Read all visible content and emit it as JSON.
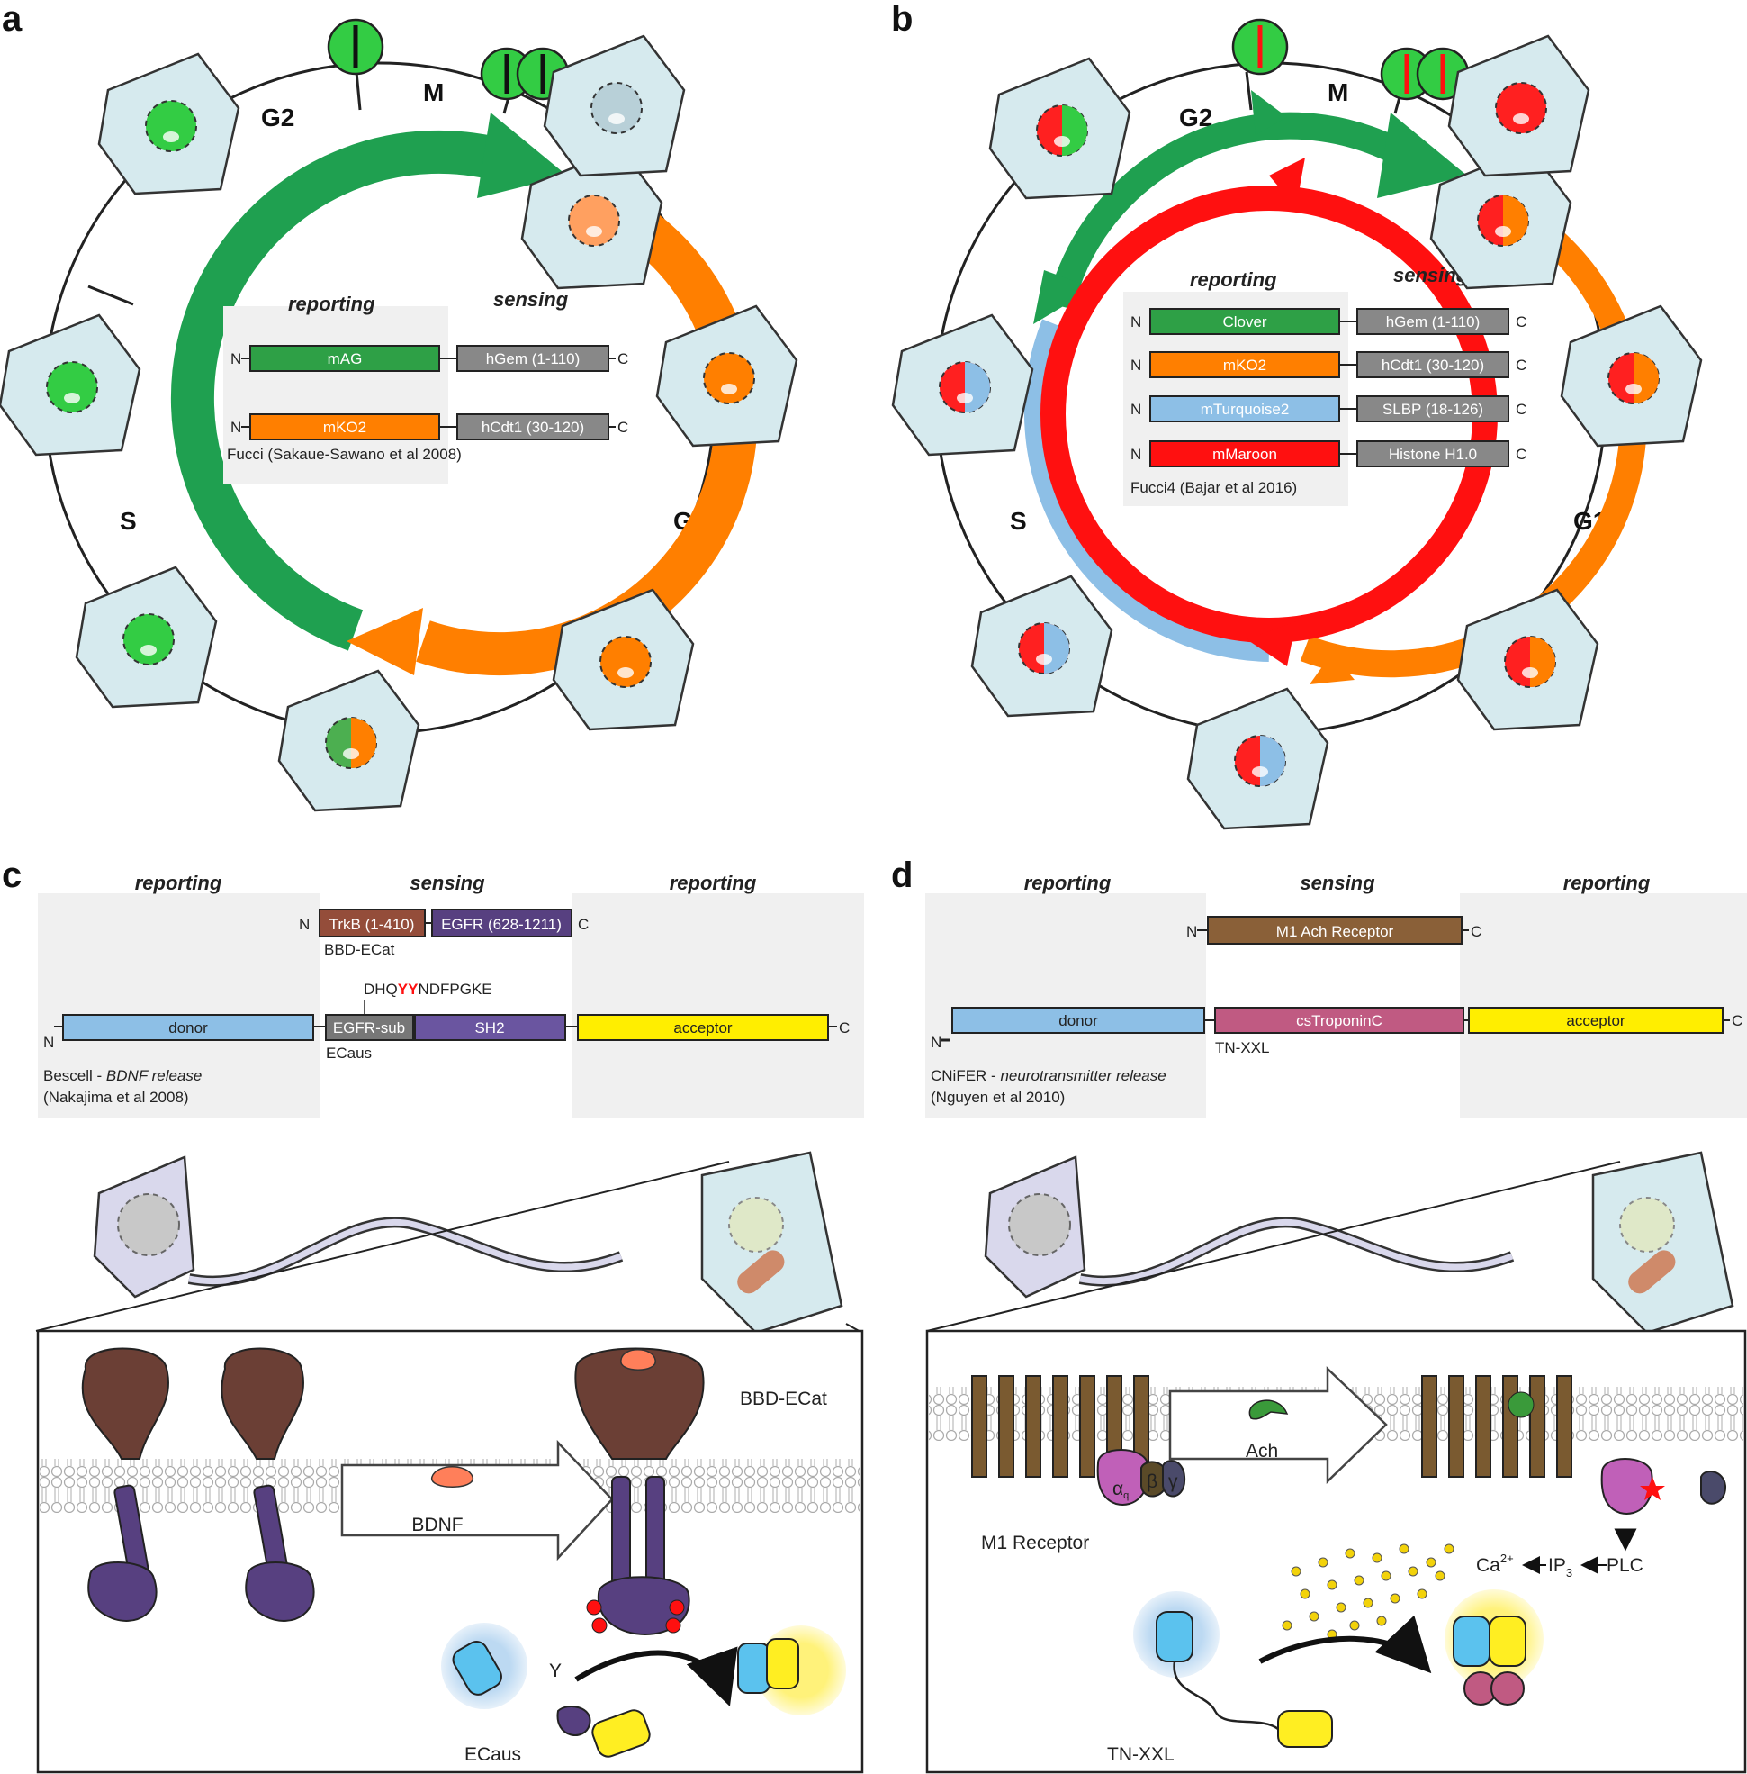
{
  "panels": {
    "a": {
      "label": "a",
      "phases": {
        "g2": "G2",
        "m": "M",
        "s": "S",
        "g1": "G1"
      },
      "reporting_header": "reporting",
      "sensing_header": "sensing",
      "constructs": [
        {
          "n": "N",
          "reporter": "mAG",
          "sensor": "hGem (1-110)",
          "c": "C"
        },
        {
          "n": "N",
          "reporter": "mKO2",
          "sensor": "hCdt1 (30-120)",
          "c": "C"
        }
      ],
      "citation": "Fucci (Sakaue-Sawano et al 2008)"
    },
    "b": {
      "label": "b",
      "phases": {
        "g2": "G2",
        "m": "M",
        "s": "S",
        "g1": "G1"
      },
      "reporting_header": "reporting",
      "sensing_header": "sensing",
      "constructs": [
        {
          "n": "N",
          "reporter": "Clover",
          "sensor": "hGem (1-110)",
          "c": "C"
        },
        {
          "n": "N",
          "reporter": "mKO2",
          "sensor": "hCdt1 (30-120)",
          "c": "C"
        },
        {
          "n": "N",
          "reporter": "mTurquoise2",
          "sensor": "SLBP (18-126)",
          "c": "C"
        },
        {
          "n": "N",
          "reporter": "mMaroon",
          "sensor": "Histone H1.0",
          "c": "C"
        }
      ],
      "citation": "Fucci4 (Bajar et al 2016)"
    },
    "c": {
      "label": "c",
      "headers": [
        "reporting",
        "sensing",
        "reporting"
      ],
      "sensor_construct": {
        "n": "N",
        "parts": [
          "TrkB (1-410)",
          "EGFR (628-1211)"
        ],
        "c": "C",
        "name": "BBD-ECat"
      },
      "sequence": {
        "pre": "DHQ",
        "hl": "YY",
        "post": "NDFPGKE"
      },
      "reporter_construct": {
        "n": "N",
        "parts": [
          "donor",
          "EGFR-sub",
          "SH2",
          "acceptor"
        ],
        "c": "C",
        "name": "ECaus"
      },
      "citation_line1": "Bescell - ",
      "citation_italic": "BDNF release",
      "citation_line2": "(Nakajima et al 2008)",
      "inset": {
        "ligand": "BDNF",
        "complex": "BBD-ECat",
        "sensor": "ECaus",
        "phospho": "Y"
      }
    },
    "d": {
      "label": "d",
      "headers": [
        "reporting",
        "sensing",
        "reporting"
      ],
      "sensor_construct": {
        "n": "N",
        "parts": [
          "M1 Ach Receptor"
        ],
        "c": "C"
      },
      "reporter_construct": {
        "n": "N",
        "parts": [
          "donor",
          "csTroponinC",
          "acceptor"
        ],
        "c": "C",
        "name": "TN-XXL"
      },
      "citation_line1": "CNiFER - ",
      "citation_italic": "neurotransmitter release",
      "citation_line2": "(Nguyen et al 2010)",
      "inset": {
        "ligand": "Ach",
        "receptor": "M1 Receptor",
        "alpha": "α",
        "alpha_sub": "q",
        "beta": "β",
        "gamma": "γ",
        "ca": "Ca",
        "ca_sup": "2+",
        "ip": "IP",
        "ip_sub": "3",
        "plc": "PLC",
        "sensor": "TN-XXL"
      }
    }
  },
  "colors": {
    "green": "#1fa050",
    "orange": "#ff7f00",
    "red": "#ff1010",
    "lightblue": "#8dbfe6",
    "cell_fill": "#d6eaee",
    "purple": "#574080",
    "brown_dark": "#6b3f35",
    "yellow": "#ffee00",
    "gray_box": "#f0f0f0"
  }
}
